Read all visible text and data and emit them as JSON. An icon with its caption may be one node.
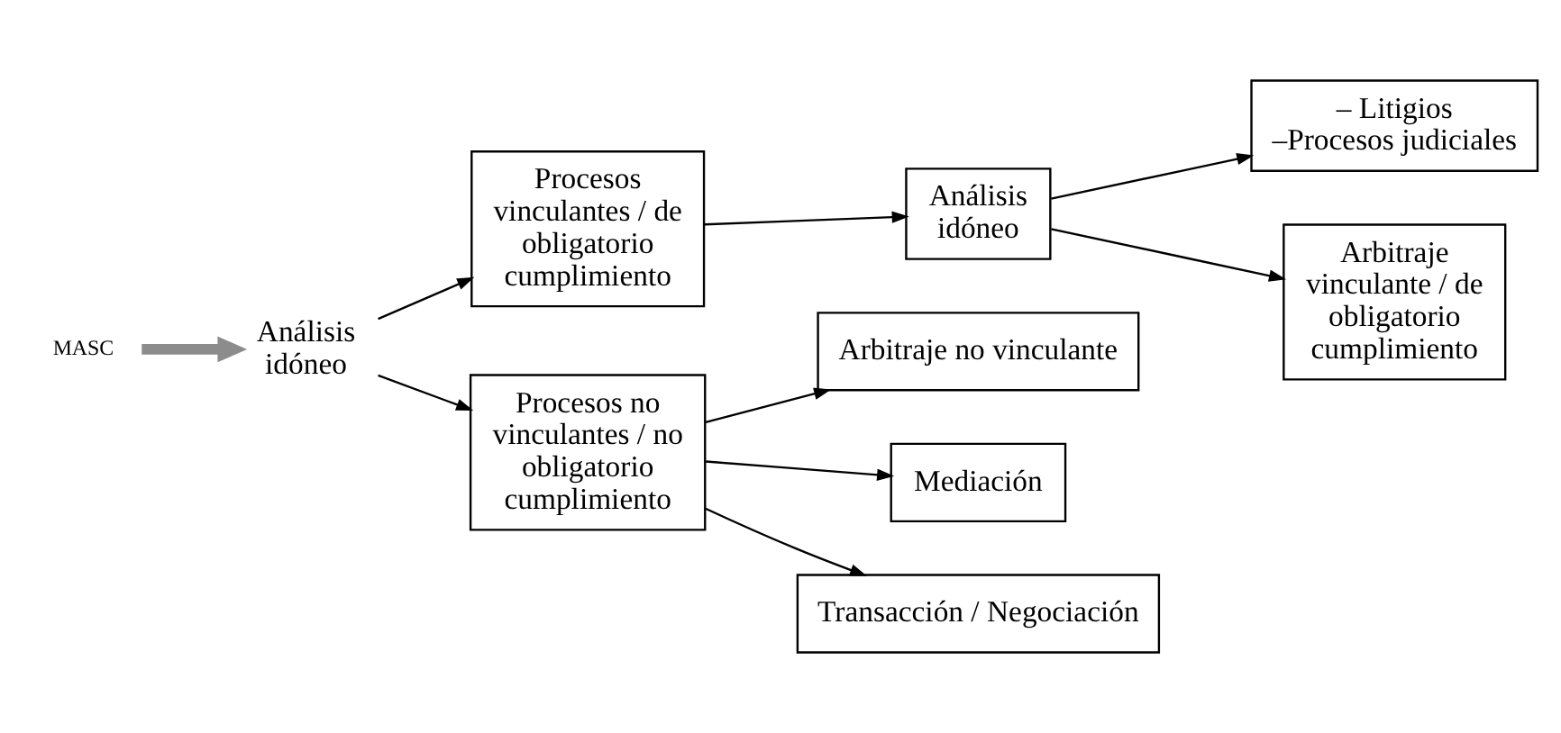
{
  "diagram": {
    "nodes": [
      {
        "text": [
          "MASC"
        ]
      },
      {
        "text": [
          "Análisis idóneo"
        ]
      },
      {
        "text": [
          "Procesos vinculantes / de obligatorio cumplimiento"
        ]
      },
      {
        "text": [
          "Análisis idóneo"
        ]
      },
      {
        "text": [
          "– Litigios",
          "–Procesos judiciales"
        ]
      },
      {
        "text": [
          "Arbitraje vinculante / de obligatorio cumplimiento"
        ]
      },
      {
        "text": [
          "Procesos no vinculantes / no obligatorio cumplimiento"
        ]
      },
      {
        "text": [
          "Arbitraje no vinculante"
        ]
      },
      {
        "text": [
          "Mediación"
        ]
      },
      {
        "text": [
          "Transacción / Negociación"
        ]
      }
    ],
    "edges": [
      {
        "from": 0,
        "to": 1,
        "arrow": "to",
        "style": "thick",
        "color": "#8c8c8c"
      },
      {
        "from": 1,
        "to": 2,
        "arrow": "to"
      },
      {
        "from": 1,
        "to": 6,
        "arrow": "to"
      },
      {
        "from": 2,
        "to": 3,
        "arrow": "to"
      },
      {
        "from": 3,
        "to": 4,
        "arrow": "to"
      },
      {
        "from": 3,
        "to": 5,
        "arrow": "to"
      },
      {
        "from": 6,
        "to": 7,
        "arrow": "to"
      },
      {
        "from": 6,
        "to": 8,
        "arrow": "to"
      },
      {
        "from": 6,
        "to": 9,
        "arrow": "to"
      }
    ]
  }
}
